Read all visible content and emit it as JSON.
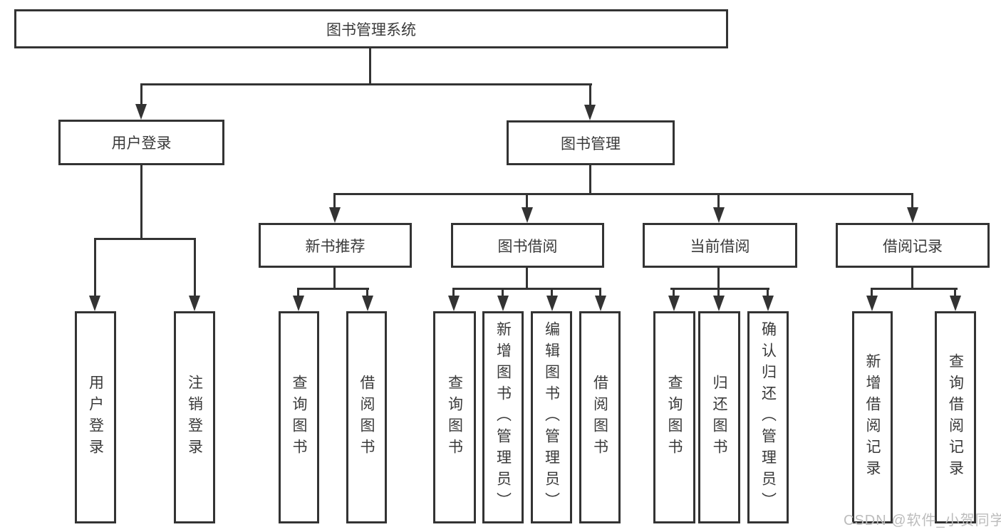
{
  "diagram": {
    "root": {
      "label": "图书管理系统"
    },
    "level2": [
      {
        "label": "用户登录"
      },
      {
        "label": "图书管理"
      }
    ],
    "user_login_children": [
      "用户登录",
      "注销登录"
    ],
    "book_mgmt_children": [
      {
        "label": "新书推荐",
        "children": [
          "查询图书",
          "借阅图书"
        ]
      },
      {
        "label": "图书借阅",
        "children": [
          "查询图书",
          "新增图书（管理员）",
          "编辑图书（管理员）",
          "借阅图书"
        ]
      },
      {
        "label": "当前借阅",
        "children": [
          "查询图书",
          "归还图书",
          "确认归还（管理员）"
        ]
      },
      {
        "label": "借阅记录",
        "children": [
          "新增借阅记录",
          "查询借阅记录"
        ]
      }
    ]
  },
  "watermark": {
    "text": "CSDN @软件_小贺同学"
  },
  "colors": {
    "line": "#333333",
    "box_border": "#333333",
    "text": "#3a3a3a",
    "watermark": "#bcbcbc",
    "background": "#ffffff"
  }
}
